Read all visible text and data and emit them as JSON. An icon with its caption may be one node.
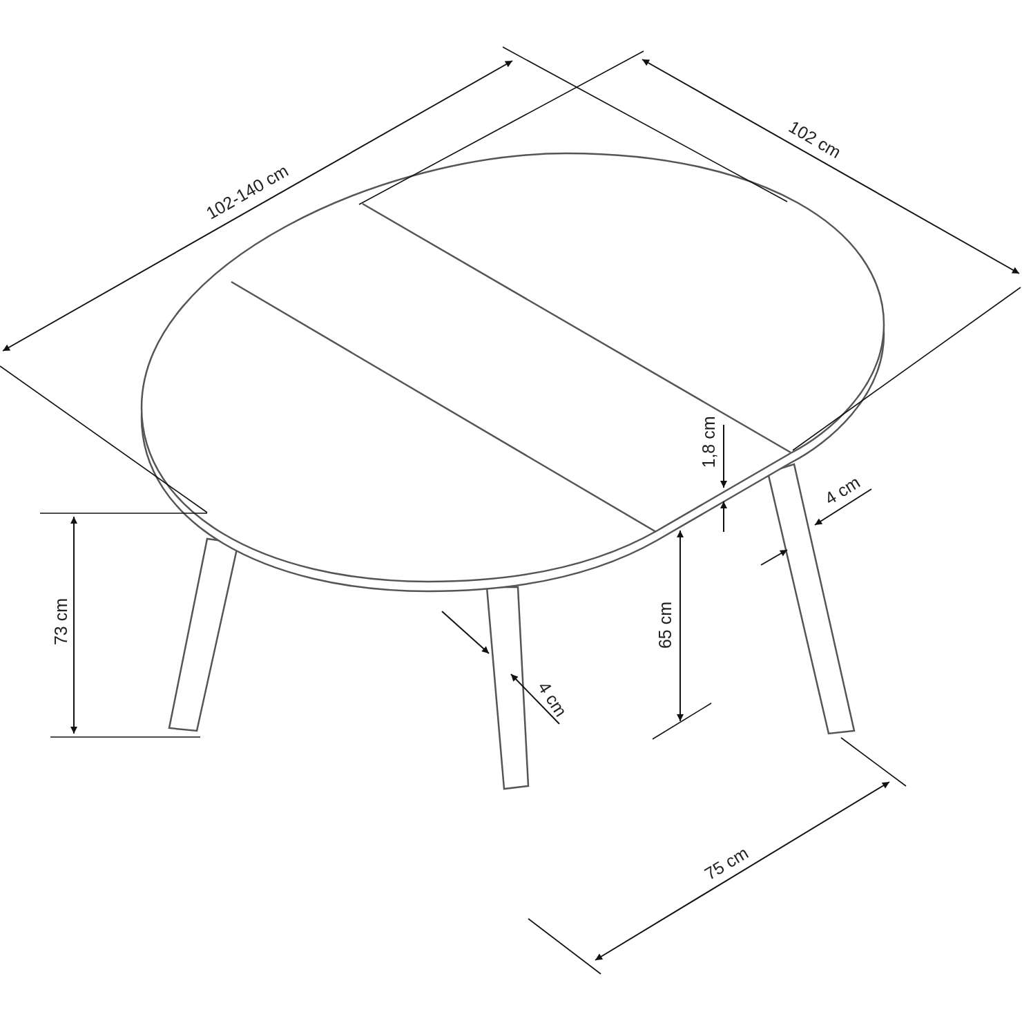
{
  "diagram": {
    "labels": [
      "102-140 cm",
      "102 cm",
      "1,8 cm",
      "4 cm",
      "73 cm",
      "65 cm",
      "4 cm",
      "75 cm"
    ]
  }
}
